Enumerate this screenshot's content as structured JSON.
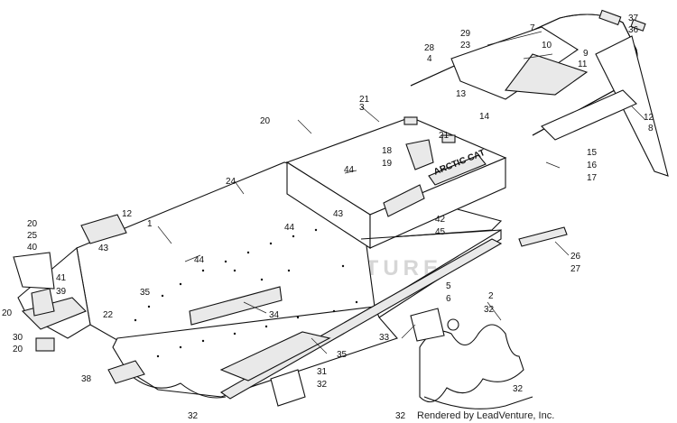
{
  "watermark": "LEADVENTURE",
  "credit": "Rendered by LeadVenture, Inc.",
  "decal_text": "ARCTIC CAT",
  "callouts": [
    "1",
    "2",
    "3",
    "4",
    "5",
    "6",
    "7",
    "8",
    "9",
    "10",
    "11",
    "12",
    "12",
    "13",
    "14",
    "15",
    "16",
    "17",
    "18",
    "19",
    "20",
    "20",
    "20",
    "20",
    "21",
    "21",
    "22",
    "23",
    "24",
    "25",
    "26",
    "27",
    "28",
    "29",
    "30",
    "31",
    "32",
    "32",
    "32",
    "32",
    "32",
    "33",
    "34",
    "35",
    "35",
    "36",
    "37",
    "38",
    "39",
    "40",
    "41",
    "42",
    "43",
    "43",
    "44",
    "44",
    "44",
    "45"
  ]
}
